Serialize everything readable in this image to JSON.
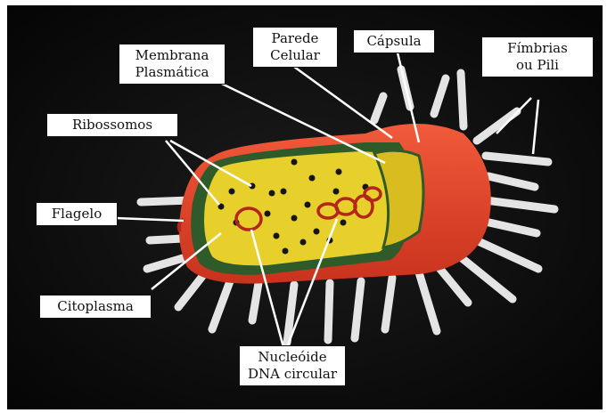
{
  "labels": {
    "membrana": [
      "Membrana",
      "Plasmática"
    ],
    "parede": [
      "Parede",
      "Celular"
    ],
    "capsula": "Cápsula",
    "fimbrias": [
      "Fímbrias",
      "ou Pili"
    ],
    "ribossomos": "Ribossomos",
    "flagelo": "Flagelo",
    "citoplasma": "Citoplasma",
    "nucleoide": [
      "Nucleóide",
      "DNA circular"
    ]
  },
  "colors": {
    "background": "#0d0d0d",
    "capsule": "#e4412a",
    "cell_wall": "#2f5a2a",
    "cytoplasm": "#e7cf2c",
    "ribosome": "#151515",
    "dna": "#b3261b",
    "pili": "#f2f2f2"
  }
}
